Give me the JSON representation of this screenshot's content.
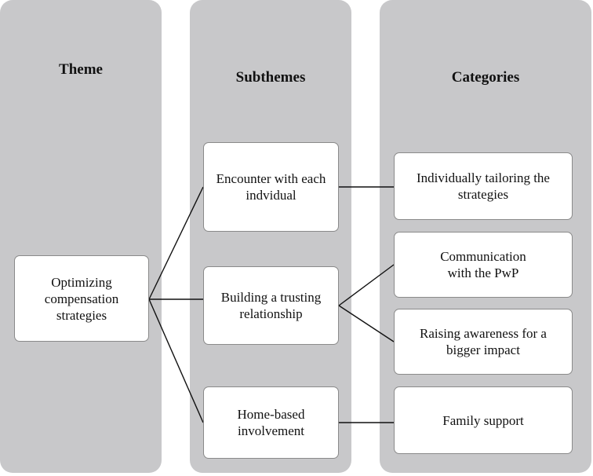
{
  "columns": {
    "theme": {
      "header": "Theme"
    },
    "subthemes": {
      "header": "Subthemes"
    },
    "categories": {
      "header": "Categories"
    }
  },
  "theme": {
    "label": "Optimizing\ncompensation\nstrategies"
  },
  "subthemes": [
    {
      "label": "Encounter with each\nindvidual"
    },
    {
      "label": "Building a trusting\nrelationship"
    },
    {
      "label": "Home-based\ninvolvement"
    }
  ],
  "categories": [
    {
      "label": "Individually tailoring the\nstrategies"
    },
    {
      "label": "Communication\nwith the PwP"
    },
    {
      "label": "Raising awareness for a\nbigger impact"
    },
    {
      "label": "Family support"
    }
  ],
  "colors": {
    "column_background": "#c8c8ca",
    "box_background": "#ffffff",
    "line": "#111111"
  }
}
